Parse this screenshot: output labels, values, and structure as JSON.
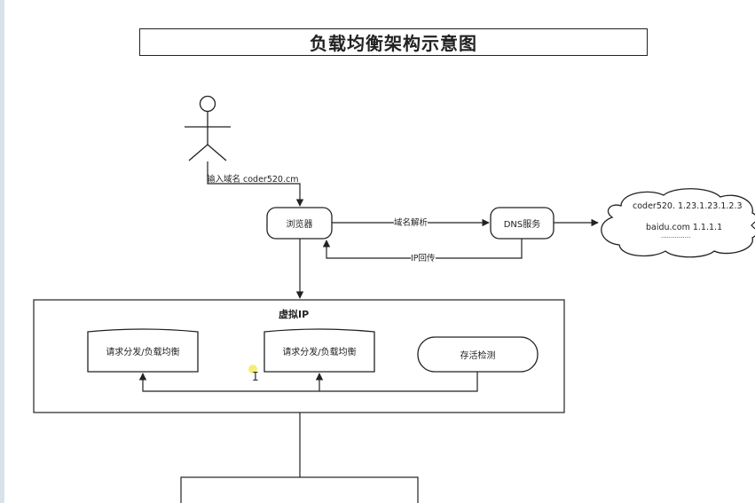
{
  "title": "负载均衡架构示意图",
  "user": {
    "input_label": "输入域名 coder520.cm"
  },
  "browser": {
    "label": "浏览器"
  },
  "dns_service": {
    "label": "DNS服务"
  },
  "edges": {
    "domain_resolve": "域名解析",
    "ip_return": "IP回传"
  },
  "dns_cloud": {
    "line1": "coder520. 1.23.1.23.1.2.3",
    "line2": "baidu.com 1.1.1.1",
    "line3": "..............."
  },
  "virtual_ip": {
    "label": "虚拟IP",
    "node1": "请求分发/负载均衡",
    "node2": "请求分发/负载均衡",
    "health_check": "存活检测"
  },
  "colors": {
    "stroke": "#222222",
    "background": "#ffffff",
    "cursor_highlight": "#f3ec6a"
  }
}
